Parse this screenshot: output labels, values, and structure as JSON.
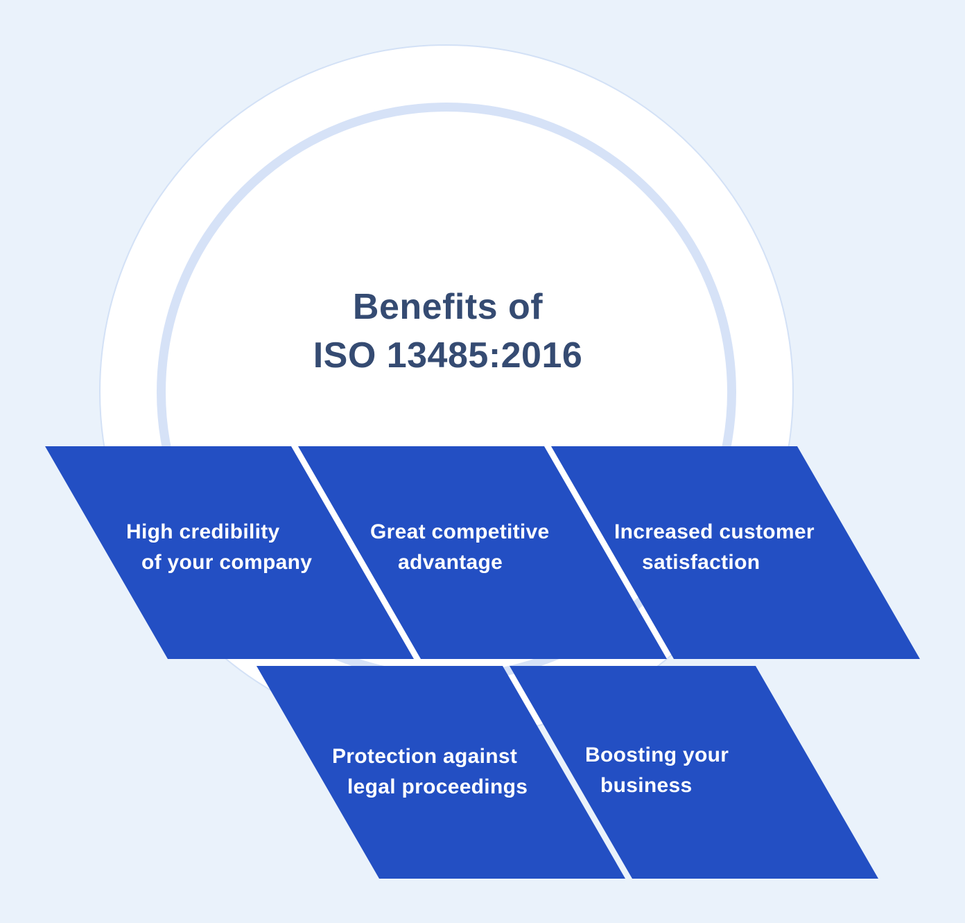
{
  "title": {
    "line1": "Benefits of",
    "line2": "ISO 13485:2016"
  },
  "benefits": [
    {
      "line1": "High credibility",
      "line2": "of your company"
    },
    {
      "line1": "Great competitive",
      "line2": "advantage"
    },
    {
      "line1": "Increased customer",
      "line2": "satisfaction"
    },
    {
      "line1": "Protection against",
      "line2": "legal proceedings"
    },
    {
      "line1": "Boosting your",
      "line2": "business"
    }
  ],
  "colors": {
    "background": "#eaf2fb",
    "tile": "#234fc3",
    "title_text": "#354b72",
    "ring": "#d6e2f7"
  }
}
